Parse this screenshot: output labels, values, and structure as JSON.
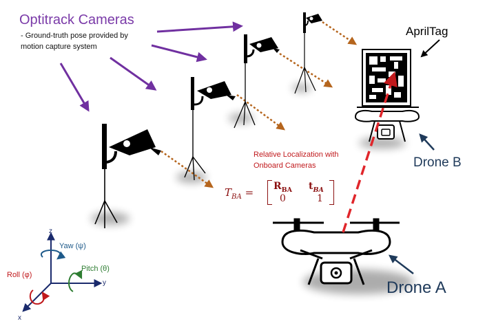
{
  "labels": {
    "title": "Optitrack Cameras",
    "subtitle_line1": "- Ground-truth pose provided by",
    "subtitle_line2": "motion capture system",
    "april_tag": "AprilTag",
    "drone_b": "Drone B",
    "drone_a": "Drone A",
    "relative_line1": "Relative Localization with",
    "relative_line2": "Onboard Cameras"
  },
  "equation": {
    "lhs": "T_BA =",
    "rotation": "R_BA",
    "translation": "t_BA",
    "zero": "0",
    "one": "1"
  },
  "axes": {
    "z": "z",
    "y": "y",
    "x": "x",
    "yaw": "Yaw (ψ)",
    "pitch": "Pitch (θ)",
    "roll": "Roll (φ)"
  },
  "colors": {
    "title": "#7a3aa8",
    "pointer_arrows": "#7030a0",
    "camera_rays": "#b5651d",
    "relative_link": "#e0262b",
    "drone_label": "#1f3a5a",
    "yaw": "#1e5a8a",
    "pitch": "#2e7d32",
    "roll": "#c0191c"
  },
  "icons": [
    "camera-icon",
    "tripod-icon",
    "drone-icon",
    "apriltag-icon",
    "axis-icon"
  ]
}
